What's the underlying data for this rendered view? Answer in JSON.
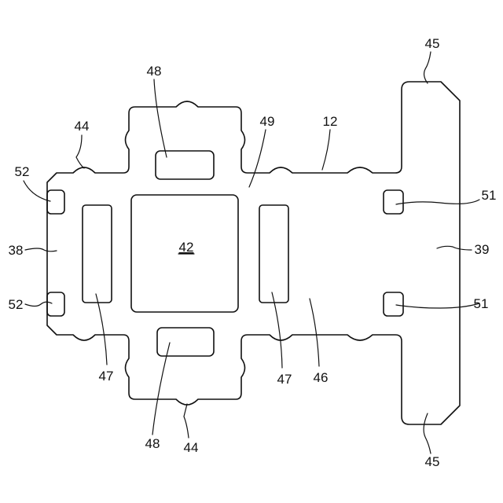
{
  "labels": {
    "l45_top": "45",
    "l45_bottom": "45",
    "l48_top": "48",
    "l48_bottom": "48",
    "l44_top": "44",
    "l44_bottom": "44",
    "l49": "49",
    "l12": "12",
    "l52_top": "52",
    "l52_bottom": "52",
    "l51_top": "51",
    "l51_bottom": "51",
    "l38": "38",
    "l39": "39",
    "l42": "42",
    "l47_left": "47",
    "l47_right": "47",
    "l46": "46"
  }
}
